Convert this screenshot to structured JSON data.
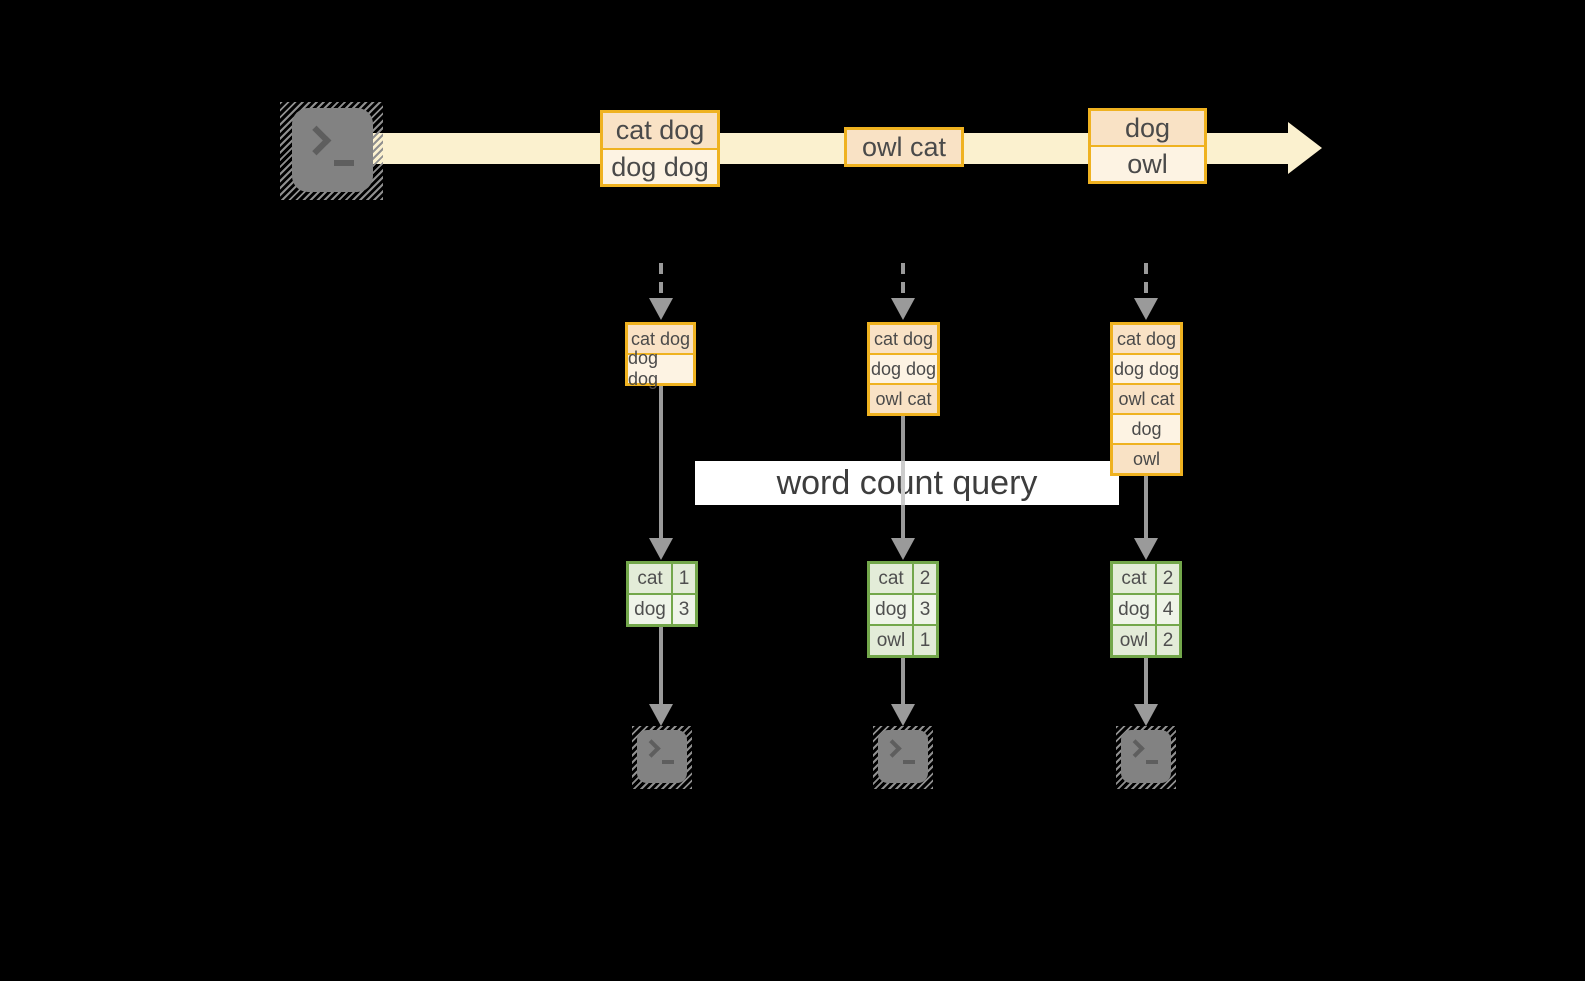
{
  "stream": {
    "events": [
      {
        "lines": [
          "cat dog",
          "dog dog"
        ]
      },
      {
        "lines": [
          "owl cat"
        ]
      },
      {
        "lines": [
          "dog",
          "owl"
        ]
      }
    ]
  },
  "query": {
    "label": "word count query"
  },
  "columns": [
    {
      "input_state": [
        "cat dog",
        "dog dog"
      ],
      "result": {
        "rows": [
          {
            "word": "cat",
            "count": "1"
          },
          {
            "word": "dog",
            "count": "3"
          }
        ]
      }
    },
    {
      "input_state": [
        "cat dog",
        "dog dog",
        "owl cat"
      ],
      "result": {
        "rows": [
          {
            "word": "cat",
            "count": "2"
          },
          {
            "word": "dog",
            "count": "3"
          },
          {
            "word": "owl",
            "count": "1"
          }
        ]
      }
    },
    {
      "input_state": [
        "cat dog",
        "dog dog",
        "owl cat",
        "dog",
        "owl"
      ],
      "result": {
        "rows": [
          {
            "word": "cat",
            "count": "2"
          },
          {
            "word": "dog",
            "count": "4"
          },
          {
            "word": "owl",
            "count": "2"
          }
        ]
      }
    }
  ],
  "icons": {
    "source": "terminal-icon",
    "sinks": [
      "terminal-icon",
      "terminal-icon",
      "terminal-icon"
    ],
    "stream_arrow": "right-arrow-icon",
    "flow_arrows": "down-arrow-icon"
  },
  "colors": {
    "background": "#000000",
    "stream_band": "#fbf1cf",
    "box_border": "#efb220",
    "box_fill_peach": "#f9e2c5",
    "box_fill_cream": "#fdf3e3",
    "arrow_gray": "#9a9a9a",
    "query_band": "#ffffff",
    "query_text": "#3d3d3d",
    "table_border": "#73a74b",
    "table_fill_a": "#e3ecd8",
    "table_fill_b": "#eff4e9",
    "terminal_gray": "#828282"
  }
}
